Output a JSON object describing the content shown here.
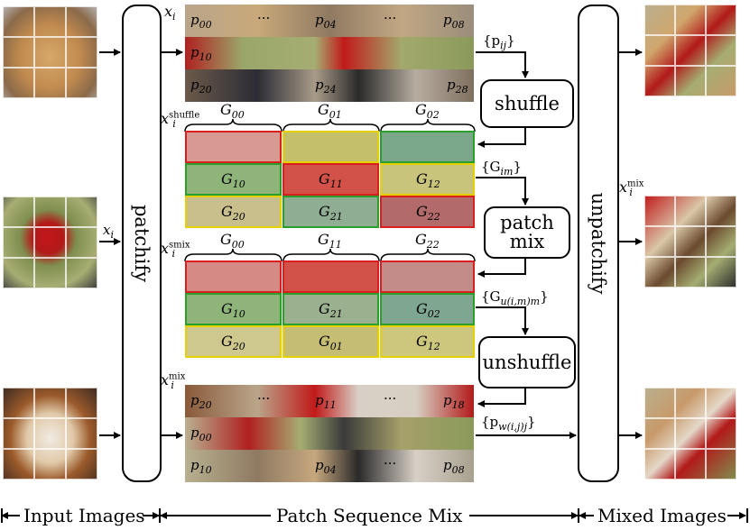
{
  "colors": {
    "red_group": "#d81e1e",
    "green_group": "#2aa02a",
    "yellow_group": "#e6d000"
  },
  "patchify_label": "patchify",
  "unpatchify_label": "unpatchify",
  "ops": {
    "shuffle": "shuffle",
    "patch_mix": "patch mix",
    "unshuffle": "unshuffle"
  },
  "input_label": "x",
  "input_label_sub": "i",
  "seq_labels": {
    "xi": "x",
    "xi_sub": "i",
    "shuffle": "x",
    "shuffle_sup": "shuffle",
    "shuffle_sub": "i",
    "smix": "x",
    "smix_sup": "smix",
    "smix_sub": "i",
    "mix": "x",
    "mix_sup": "mix",
    "mix_sub": "i",
    "out_mix": "x",
    "out_mix_sup": "mix",
    "out_mix_sub": "i"
  },
  "patch_labels": {
    "row0": [
      "p",
      "00",
      "···",
      "p",
      "04",
      "···",
      "p",
      "08"
    ],
    "p10": "10",
    "p20": "20",
    "p24": "24",
    "p28": "28",
    "mix_row0": [
      "20",
      "11",
      "18"
    ],
    "mix_row1": [
      "00"
    ],
    "mix_row2": [
      "10",
      "04",
      "08"
    ]
  },
  "group_headers_shuffle": [
    "00",
    "01",
    "02"
  ],
  "group_headers_smix": [
    "00",
    "11",
    "22"
  ],
  "shuffle_groups": [
    "10",
    "11",
    "12",
    "20",
    "21",
    "22"
  ],
  "smix_groups": [
    "10",
    "21",
    "02",
    "20",
    "01",
    "12"
  ],
  "edge_labels": {
    "pij": "{p",
    "pij_sub": "ij",
    "close": "}",
    "gim": "{G",
    "gim_sub": "im",
    "gu": "{G",
    "gu_sub": "u(i,m)m",
    "pw": "{p",
    "pw_sub": "w(i,j)j"
  },
  "sections": {
    "input": "Input Images",
    "psm": "Patch Sequence Mix",
    "mixed": "Mixed Images"
  }
}
